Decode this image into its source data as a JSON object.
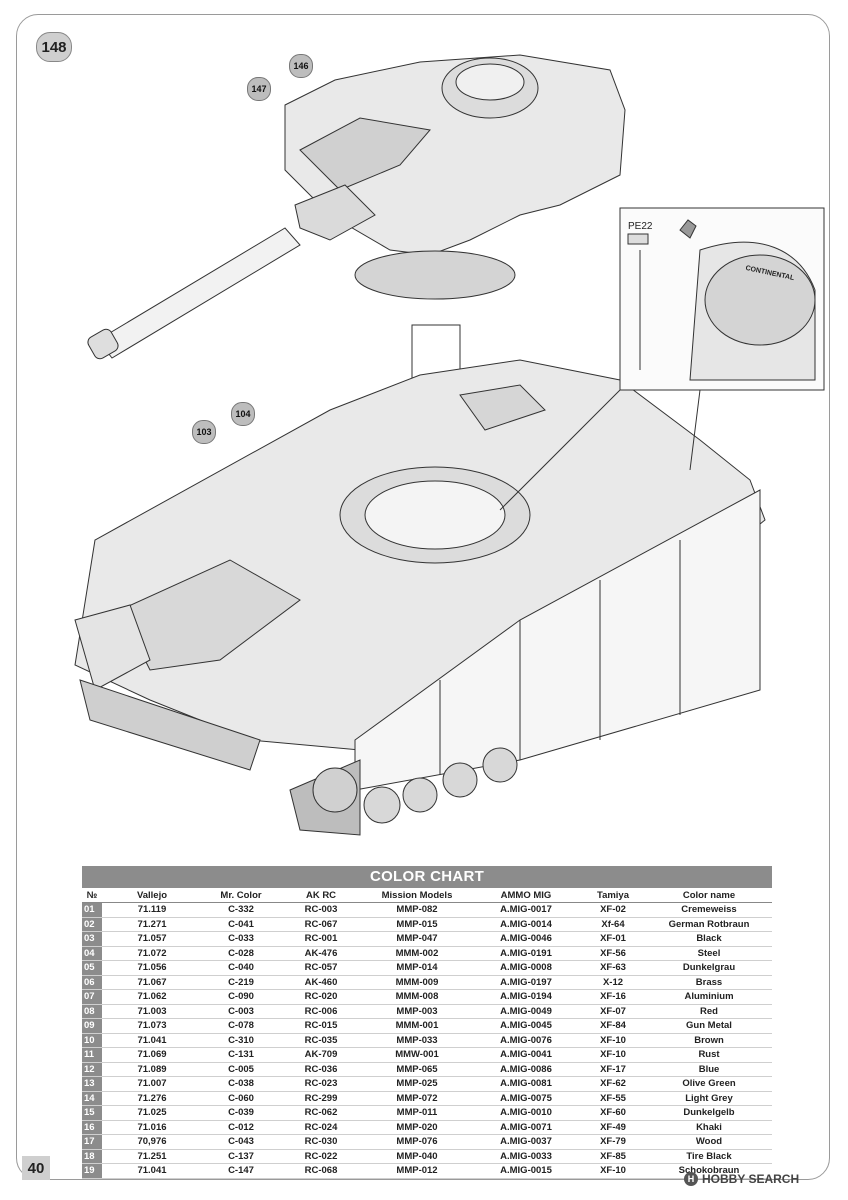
{
  "step": {
    "number": "148"
  },
  "callouts": {
    "a": "146",
    "b": "147",
    "c": "103",
    "d": "104"
  },
  "detail": {
    "part_label": "PE22",
    "tire_text": "CONTINENTAL"
  },
  "color_chart": {
    "title": "COLOR CHART",
    "headers": [
      "№",
      "Vallejo",
      "Mr. Color",
      "AK RC",
      "Mission Models",
      "AMMO MIG",
      "Tamiya",
      "Color name"
    ],
    "rows": [
      [
        "01",
        "71.119",
        "C-332",
        "RC-003",
        "MMP-082",
        "A.MIG-0017",
        "XF-02",
        "Cremeweiss"
      ],
      [
        "02",
        "71.271",
        "C-041",
        "RC-067",
        "MMP-015",
        "A.MIG-0014",
        "Xf-64",
        "German Rotbraun"
      ],
      [
        "03",
        "71.057",
        "C-033",
        "RC-001",
        "MMP-047",
        "A.MIG-0046",
        "XF-01",
        "Black"
      ],
      [
        "04",
        "71.072",
        "C-028",
        "AK-476",
        "MMM-002",
        "A.MIG-0191",
        "XF-56",
        "Steel"
      ],
      [
        "05",
        "71.056",
        "C-040",
        "RC-057",
        "MMP-014",
        "A.MIG-0008",
        "XF-63",
        "Dunkelgrau"
      ],
      [
        "06",
        "71.067",
        "C-219",
        "AK-460",
        "MMM-009",
        "A.MIG-0197",
        "X-12",
        "Brass"
      ],
      [
        "07",
        "71.062",
        "C-090",
        "RC-020",
        "MMM-008",
        "A.MIG-0194",
        "XF-16",
        "Aluminium"
      ],
      [
        "08",
        "71.003",
        "C-003",
        "RC-006",
        "MMP-003",
        "A.MIG-0049",
        "XF-07",
        "Red"
      ],
      [
        "09",
        "71.073",
        "C-078",
        "RC-015",
        "MMM-001",
        "A.MIG-0045",
        "XF-84",
        "Gun Metal"
      ],
      [
        "10",
        "71.041",
        "C-310",
        "RC-035",
        "MMP-033",
        "A.MIG-0076",
        "XF-10",
        "Brown"
      ],
      [
        "11",
        "71.069",
        "C-131",
        "AK-709",
        "MMW-001",
        "A.MIG-0041",
        "XF-10",
        "Rust"
      ],
      [
        "12",
        "71.089",
        "C-005",
        "RC-036",
        "MMP-065",
        "A.MIG-0086",
        "XF-17",
        "Blue"
      ],
      [
        "13",
        "71.007",
        "C-038",
        "RC-023",
        "MMP-025",
        "A.MIG-0081",
        "XF-62",
        "Olive Green"
      ],
      [
        "14",
        "71.276",
        "C-060",
        "RC-299",
        "MMP-072",
        "A.MIG-0075",
        "XF-55",
        "Light Grey"
      ],
      [
        "15",
        "71.025",
        "C-039",
        "RC-062",
        "MMP-011",
        "A.MIG-0010",
        "XF-60",
        "Dunkelgelb"
      ],
      [
        "16",
        "71.016",
        "C-012",
        "RC-024",
        "MMP-020",
        "A.MIG-0071",
        "XF-49",
        "Khaki"
      ],
      [
        "17",
        "70,976",
        "C-043",
        "RC-030",
        "MMP-076",
        "A.MIG-0037",
        "XF-79",
        "Wood"
      ],
      [
        "18",
        "71.251",
        "C-137",
        "RC-022",
        "MMP-040",
        "A.MIG-0033",
        "XF-85",
        "Tire Black"
      ],
      [
        "19",
        "71.041",
        "C-147",
        "RC-068",
        "MMP-012",
        "A.MIG-0015",
        "XF-10",
        "Schokobraun"
      ]
    ]
  },
  "page_number": "40",
  "watermark": "HOBBY SEARCH"
}
